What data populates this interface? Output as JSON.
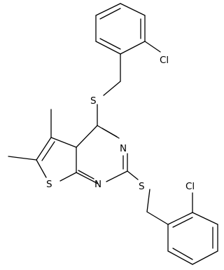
{
  "molecule": {
    "atoms": {
      "cl_top": "Cl",
      "s_top": "S",
      "n_ring": "N",
      "n_ring2": "N",
      "s_thiophene": "S",
      "s_bottom": "S",
      "cl_bottom": "Cl"
    }
  }
}
